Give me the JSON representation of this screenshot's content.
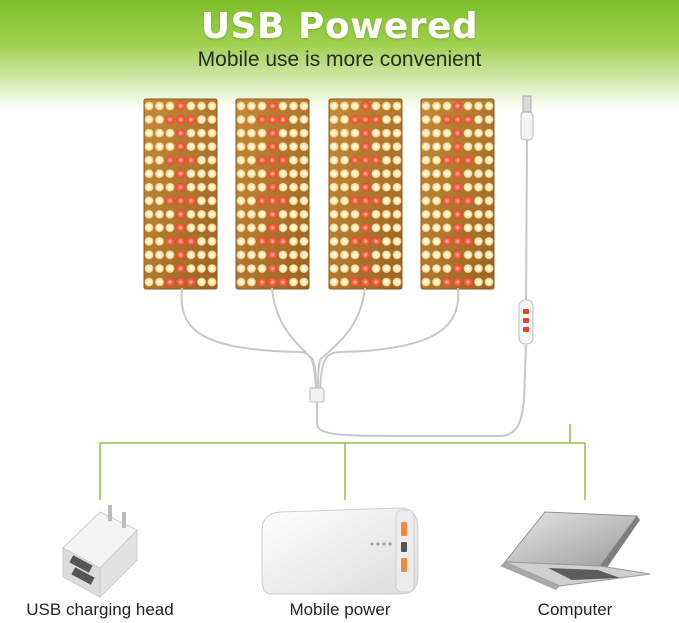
{
  "header": {
    "title": "USB Powered",
    "subtitle": "Mobile use is more convenient"
  },
  "devices": [
    {
      "name": "USB charging head",
      "icon": "usb-charger-icon"
    },
    {
      "name": "Mobile power",
      "icon": "power-bank-icon"
    },
    {
      "name": "Computer",
      "icon": "laptop-icon"
    }
  ],
  "panels": {
    "count": 4
  },
  "colors": {
    "banner_green": "#8cc63f",
    "connector_line": "#7fb23a",
    "panel_board": "#b37a2c",
    "led_warm": "#ffe6a8",
    "led_red": "#ff5a3c"
  }
}
